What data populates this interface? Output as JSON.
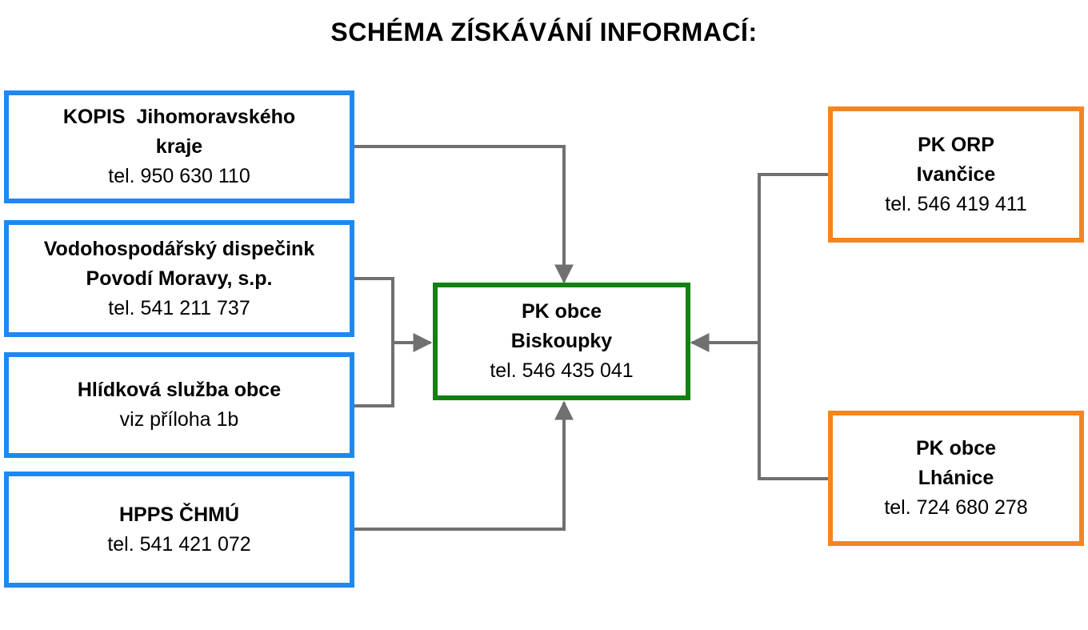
{
  "title": "SCHÉMA ZÍSKÁVÁNÍ INFORMACÍ:",
  "colors": {
    "source_border": "#1e88f0",
    "regional_border": "#f5851f",
    "center_border": "#128012",
    "connector": "#707070"
  },
  "sources": [
    {
      "lines": [
        "KOPIS  Jihomoravského",
        "kraje"
      ],
      "phone": "tel. 950 630 110"
    },
    {
      "lines": [
        "Vodohospodářský dispečink",
        "Povodí Moravy, s.p."
      ],
      "phone": "tel. 541 211 737"
    },
    {
      "lines": [
        "Hlídková služba obce"
      ],
      "phone": "viz příloha 1b"
    },
    {
      "lines": [
        "HPPS ČHMÚ"
      ],
      "phone": "tel. 541 421 072"
    }
  ],
  "center": {
    "lines": [
      "PK obce",
      "Biskoupky"
    ],
    "phone": "tel. 546 435 041"
  },
  "regional": [
    {
      "lines": [
        "PK ORP",
        "Ivančice"
      ],
      "phone": "tel. 546 419 411"
    },
    {
      "lines": [
        "PK obce",
        "Lhánice"
      ],
      "phone": "tel. 724 680 278"
    }
  ]
}
